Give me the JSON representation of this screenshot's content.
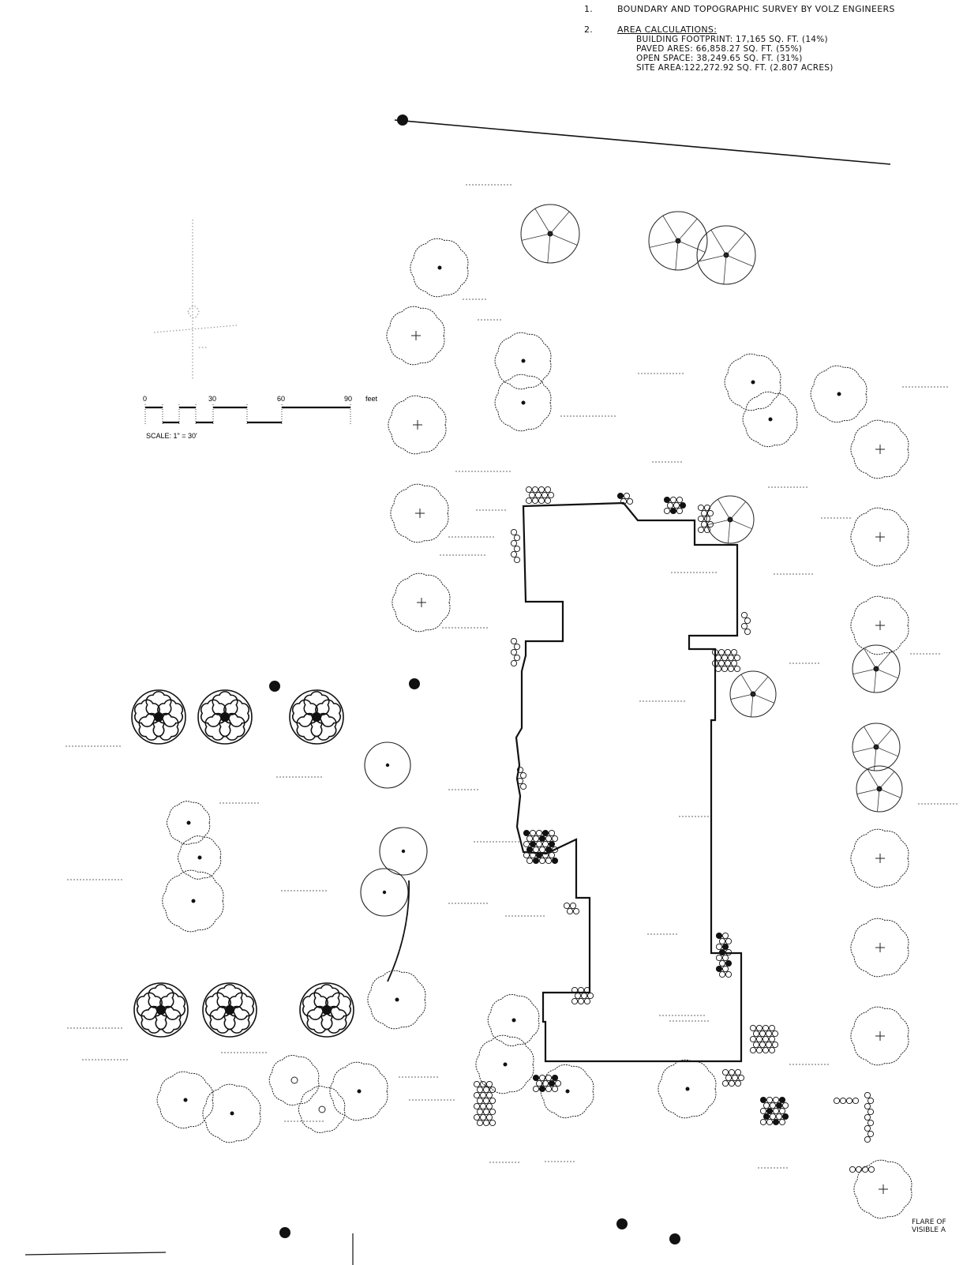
{
  "notes": [
    {
      "number": "1.",
      "text": "BOUNDARY AND TOPOGRAPHIC SURVEY BY VOLZ ENGINEERS"
    },
    {
      "number": "2.",
      "heading": "AREA CALCULATIONS:",
      "lines": [
        "BUILDING FOOTPRINT: 17,165 SQ. FT. (14%)",
        "PAVED ARES: 66,858.27 SQ. FT. (55%)",
        "OPEN SPACE: 38,249.65 SQ. FT. (31%)",
        "SITE AREA:122,272.92 SQ. FT. (2.807 ACRES)"
      ]
    }
  ],
  "scale_bar": {
    "ticks": [
      "0",
      "30",
      "60",
      "90"
    ],
    "unit": "feet",
    "caption": "SCALE: 1\" = 30'"
  },
  "edge_note": {
    "line1": "FLARE OF",
    "line2": "VISIBLE A"
  },
  "symbols": {
    "deciduous_tree": "circle-tree-icon",
    "evergreen_tree": "star-tree-icon",
    "ornamental_tree": "scalloped-tree-icon",
    "shrub": "shrub-cluster-icon",
    "survey_point": "survey-dot-icon"
  }
}
